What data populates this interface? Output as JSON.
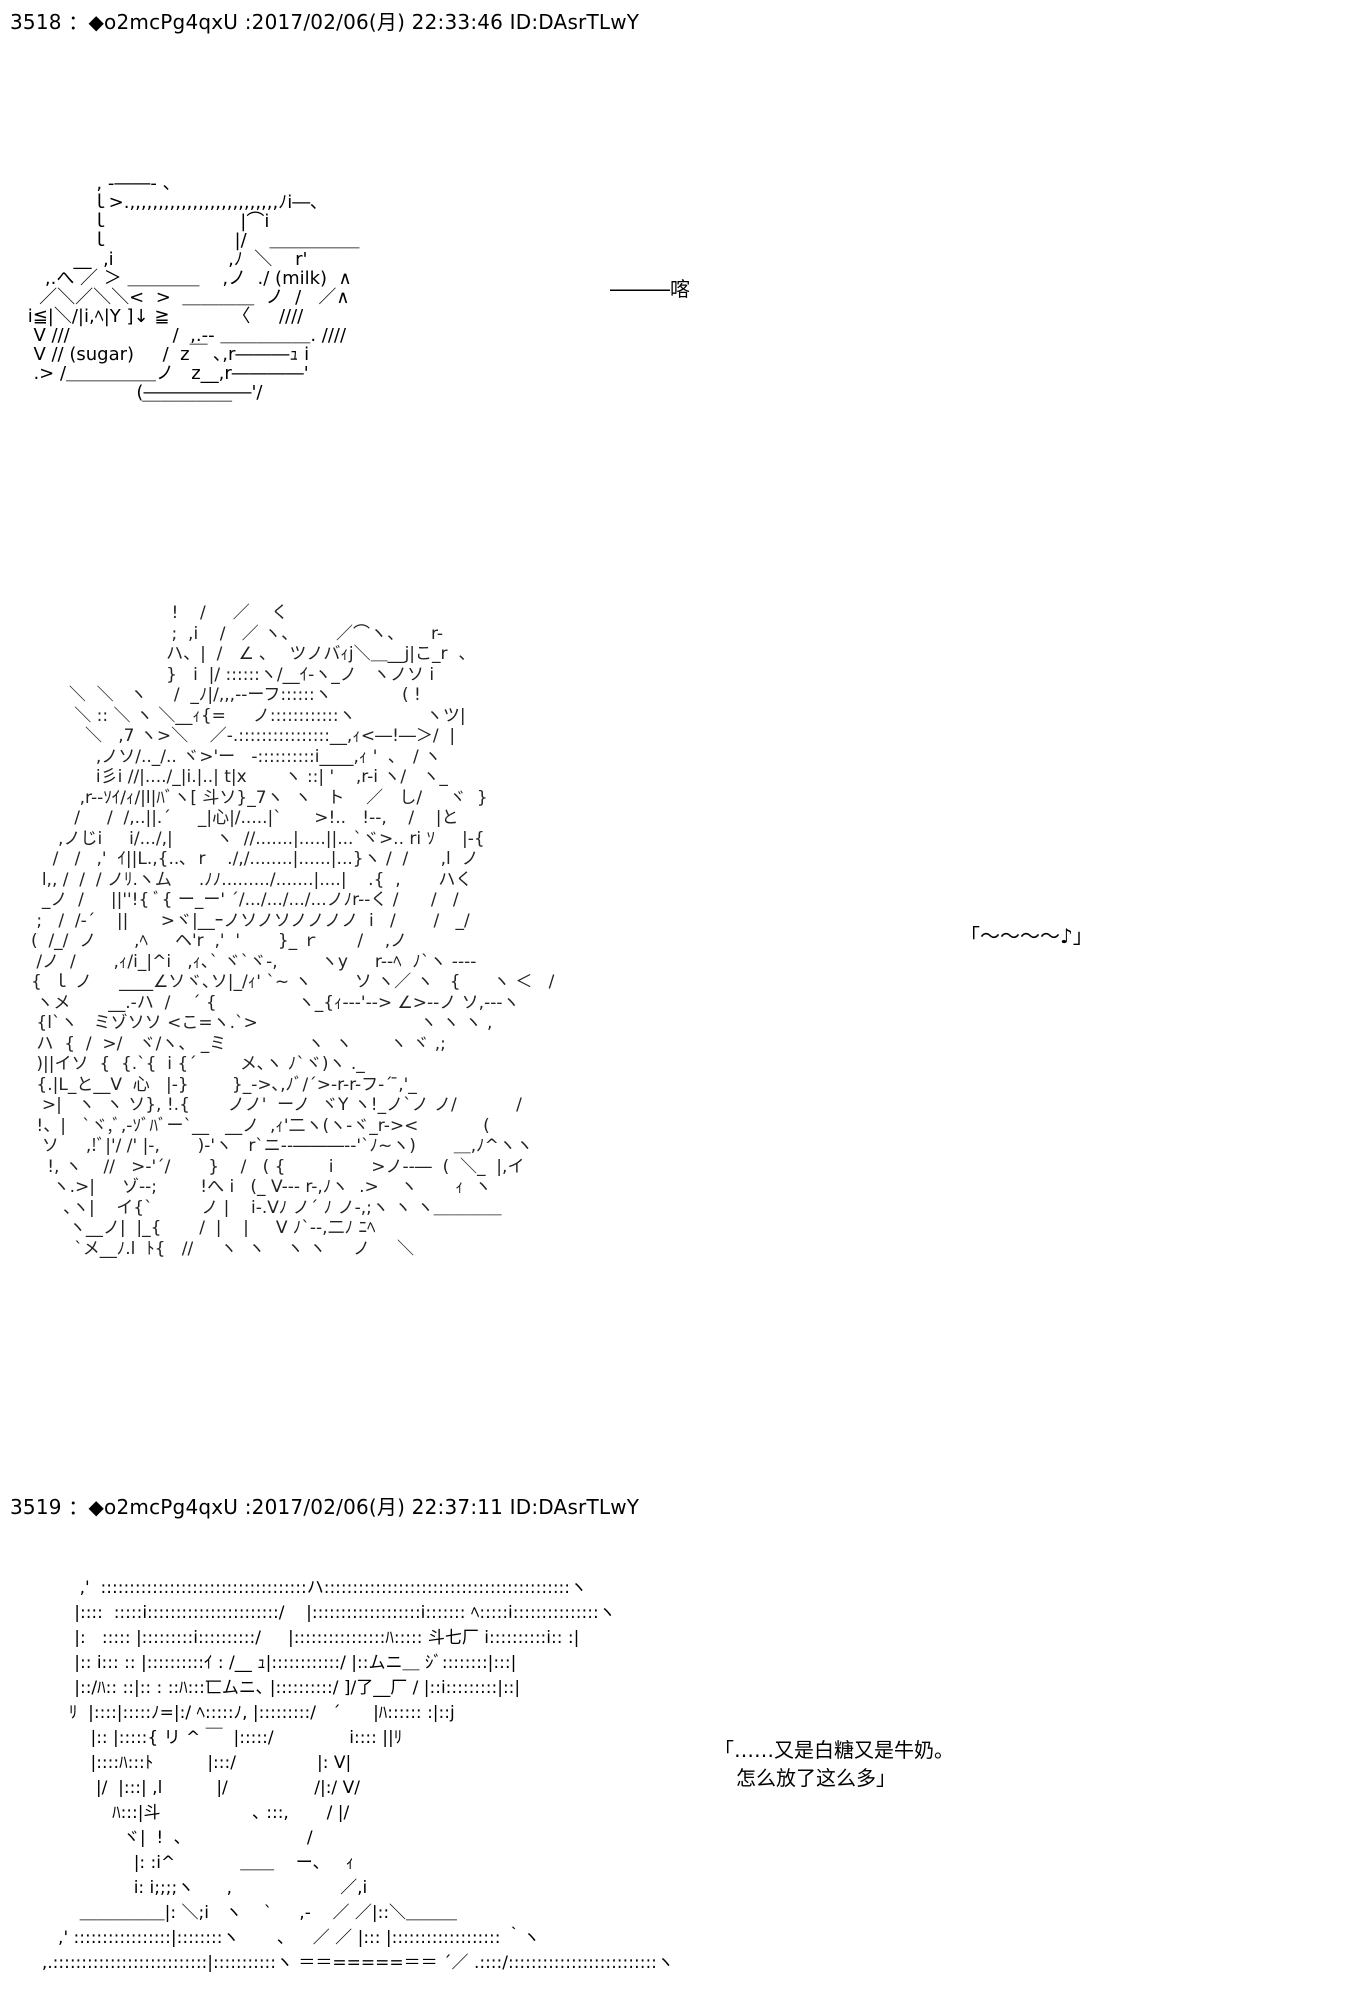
{
  "posts": [
    {
      "number": "3518",
      "separator": "：",
      "trip": "◆o2mcPg4qxU",
      "datetime": ":2017/02/06(月) 22:33:46",
      "id": "ID:DAsrTLwY"
    },
    {
      "number": "3519",
      "separator": "：",
      "trip": "◆o2mcPg4qxU",
      "datetime": ":2017/02/06(月) 22:37:11",
      "id": "ID:DAsrTLwY"
    }
  ],
  "art": {
    "cup": "             , -――- 、\n            ｌ>.,,,,,,,,,,,,,,,,,,,,,,,,,,ﾉi―､\n            ｌ                       |⌒i\n            ｌ                      |/    ＿＿＿＿＿\n         __  ,i                    ,ﾉ  ＼    r'\n    ,.へ ／ ＞ ＿＿＿＿    ,ノ  ./ (milk)  ∧\n   ／＼／＼＼<  >  ＿＿＿＿  ノ  /   ／∧\n i≦|＼/|i,ﾍ|Y ]↓ ≧           〈     ////\n  V ///                  /  ,.-- ＿＿＿＿＿. ////\n  V // (sugar)     /  z￣ ､,r―――ｭ i\n  .> /＿＿＿＿＿ノ   z__,r――――'\n                    (――――――'/\n                     ￣￣￣￣￣",
    "girl": "                               !    /     ／    く\n                               ;  ,i    /   ／ ヽ、       ／⌒ヽ、     r-\n                              ハ、|  /   ∠ ､    ツノバｨj＼＿__j|こ_r  、\n                              }   i  |/ ::::::ヽ/__ｲ-ヽ_ノ   ヽノソ i\n            ＼  ＼   ヽ     /  _ﾉ|/,,,--ーフ::::::ヽ             ( !\n             ＼ :: ＼ ヽ ＼__ｨ{=     ノ::::::::::::ヽ             ヽツ|\n               ＼   ,7 ヽ>＼    ／-.::::::::::::::::__,ｨ<―!―＞/  |\n                 ,ノソ/.._/.. ヾ>'ー   -::::::::::i____,ｨ '  ､   / ヽ\n                 i彡i //|..../_|i.|..| t|x       ヽ ::| '    ,r-i ヽ/   ヽ_\n              ,r--ｿｲ/ｨ/|l|ﾊﾞヽ[ 斗ソ}_7ヽ  ヽ   ト    ／   し/     ヾ  }\n             /     /  /,..||.´     _|心|/.....|`      >!..   !--,    /    |と\n          ,ノじi     i/.../,|        ヽ  //.......|.....||...`ヾ>.. ri ｿ     |-{\n         /   /   ,'  ｲ||L.,{..､  r    ./,/........|......|...}ヽ /  /      ,l  ノ\n       l,, /  /  / ノﾘ.ヽム     .ﾉﾉ........./.......|....|    .{  ,       ハく\n       _ノ  /     ||''!{ ﾞ{ ー_ー' ´/.../.../.../...ノﾉr--く /      /   /\n      ;   /  /-´    ||      >ヾ|__ｰノソノソノノノノ  i   /       /   _/\n     (  /_/  ノ       ,ﾍ     ヘ'r  ,'  '       }_ ｒ       /    ,ノ\n      /ノ  /       ,ｨ/i_|^i   ,ｨ､` ヾ`ヾ-,        ヽy     r--ﾍ  ﾉ`ヽ ----\n     {  ｌ ノ     ____∠ソヾ､ソ|_/ｨ' `~ ヽ        ソ ヽ／ ヽ   {      ヽ ＜   /\n      ヽメ       __.-ハ  /    ´ {               ヽ_{ｨ---'--> ∠>--ノ ソ,---ヽ\n      {l`ヽ   ミゾソソ <こ=ヽ.`>                              ヽ ヽ ヽ ,\n      ハ  {  /  >/   ヾ/ヽ、 _ミ               ヽ  ヽ       ヽ ヾ ,;\n      )||イソ  {  {.`{  i {´        メ､ヽ ﾉ`ヾ)ヽ ._\n      {.|L_と__V  心   |-}        }_->､,ﾉﾞ/´>-r-r-フ-´ ̄,'_\n       >|   ヽ  ヽ ソ}, !.{       ノノ'  ーノ  ヾY ヽ!_ノ`ノ ノ/           /\n      !、|   `ヾ,ﾞ,-ｿﾞﾊﾞー`__   __ノ  ,ｨ'二ヽ(ヽ-ヾ_r-><            (\n       ソ     ,!ﾞ|'/ /' |-,       )-'ヽ   r`ニ--―――--'`ﾉ~ヽ)       ＿,ﾉ^ヽヽ\n        !, ヽ    //   >-'´/       }    /   ( {        i       >ノ--―  (  ＼_  |,イ\n         ヽ.>|     ゾ--;        !へ i   (_ V--- r-,ﾉヽ  .>    ヽ       ｨ  ヽ\n           ､ヽ|    イ{`         ノ |    i-.Vﾉ ノ´ ﾉ ノ-,;ヽ ヽ ヽ＿＿＿＿\n            ヽ__ノ|  |_{       /  |    |     V ﾉ`--,二ﾉ ﾆﾍ\n             `メ__ﾉ.l  ﾄ{   //     ヽ  ヽ    ヽ ヽ     ノ     ＼",
    "boy": "              ,'  ::::::::::::::::::::::::::::::::::::ハ:::::::::::::::::::::::::::::::::::::::::::ヽ\n             |::::  :::::i:::::::::::::::::::::::/    |:::::::::::::::::::i::::::: ﾍ:::::i:::::::::::::::ヽ\n             |:   ::::: |:::::::::i::::::::::/     |::::::::::::::::ﾊ::::: 斗七厂 i::::::::::i:: :|\n             |:: i::: :: |::::::::::ｲ : /__ ｭ|::::::::::::/ |::ムニ＿ ｼﾞ::::::::|:::|\n             |::/ﾊ:: ::|:: : ::ﾊ:::匸ムニ､ |::::::::::/ ]/了__厂 / |::i:::::::::|::|\n            ﾘ  |::::|:::::ﾉ=|:/ ﾍ:::::ﾉ, |:::::::::/   ´      |ﾊ:::::: :|::j\n                |:: |:::::{ リ ^ ￣  |:::::/              i:::: ||ﾘ\n                |::::ﾊ:::ﾄ          |:::/               |: V|\n                 |/  |:::| ,l          |/                /|:/ V/\n                    ﾊ:::|斗                 ､ :::,       / |/\n                      ヾ|  !  ､                       /\n                        |: :i^            ＿＿    ー、   ｨ\n                        i: i;;;;ヽ      ,                    ／,i\n              ＿＿＿＿＿|: ＼;i   ヽ    `     ,-    ／ ／|::＼＿＿＿\n          ,' :::::::::::::::::|::::::::ヽ       ､     ／ ／ |::: |::::::::::::::::::: ｀ヽ\n       ,.:::::::::::::::::::::::::::|:::::::::::ヽ ＝＝=====＝＝ ´／ .::::/::::::::::::::::::::::::::ヽ"
  },
  "speech": {
    "tap": "―――喀",
    "hum": "「～～～～♪」",
    "line1": "「……又是白糖又是牛奶。",
    "line2": "怎么放了这么多」"
  }
}
